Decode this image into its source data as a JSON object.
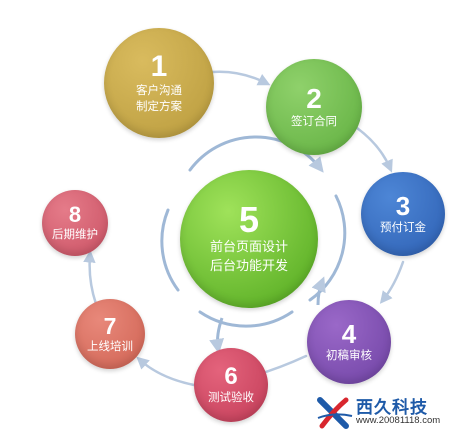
{
  "colors": {
    "arrow": "#b8c9df",
    "center_ring": "#9fb8d6"
  },
  "steps": [
    {
      "num": "1",
      "lines": [
        "客户沟通",
        "制定方案"
      ],
      "color_top": "#d9bb5e",
      "color_bottom": "#b89a3c"
    },
    {
      "num": "2",
      "lines": [
        "签订合同"
      ],
      "color_top": "#8fd16b",
      "color_bottom": "#5fae3e"
    },
    {
      "num": "3",
      "lines": [
        "预付订金"
      ],
      "color_top": "#4d86d6",
      "color_bottom": "#2d5fb2"
    },
    {
      "num": "4",
      "lines": [
        "初稿审核"
      ],
      "color_top": "#9a68c8",
      "color_bottom": "#6e42a3"
    },
    {
      "num": "5",
      "lines": [
        "前台页面设计",
        "后台功能开发"
      ],
      "color_top": "#9fe25a",
      "color_bottom": "#4fa61c"
    },
    {
      "num": "6",
      "lines": [
        "测试验收"
      ],
      "color_top": "#e4637c",
      "color_bottom": "#c23c57"
    },
    {
      "num": "7",
      "lines": [
        "上线培训"
      ],
      "color_top": "#e8887a",
      "color_bottom": "#cf6252"
    },
    {
      "num": "8",
      "lines": [
        "后期维护"
      ],
      "color_top": "#e57b89",
      "color_bottom": "#c95163"
    }
  ],
  "brand": {
    "name": "西久科技",
    "url": "www.20081118.com",
    "logo_icon": "x-swoosh-logo"
  }
}
